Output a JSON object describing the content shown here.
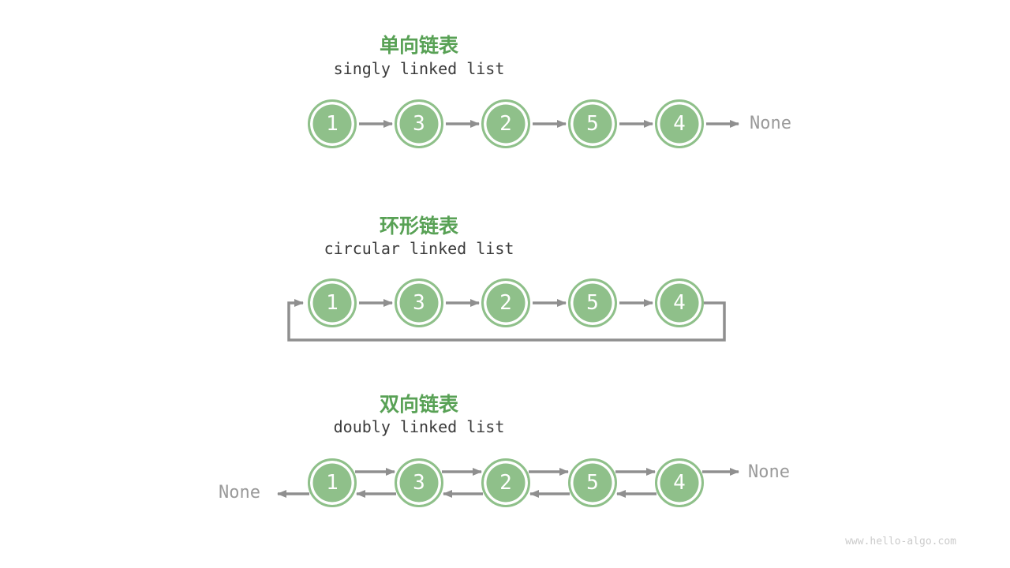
{
  "colors": {
    "title-green": "#58A155",
    "node-green": "#8FC08A",
    "arrow-gray": "#8F8F8F",
    "text-dark": "#3B3B3B",
    "none-gray": "#9A9A9A",
    "watermark-gray": "#CBCBCB"
  },
  "sections": {
    "singly": {
      "title_zh": "单向链表",
      "title_en": "singly linked list",
      "nodes": [
        "1",
        "3",
        "2",
        "5",
        "4"
      ],
      "tail_label": "None"
    },
    "circular": {
      "title_zh": "环形链表",
      "title_en": "circular linked list",
      "nodes": [
        "1",
        "3",
        "2",
        "5",
        "4"
      ]
    },
    "doubly": {
      "title_zh": "双向链表",
      "title_en": "doubly linked list",
      "nodes": [
        "1",
        "3",
        "2",
        "5",
        "4"
      ],
      "head_label": "None",
      "tail_label": "None"
    }
  },
  "watermark": "www.hello-algo.com"
}
